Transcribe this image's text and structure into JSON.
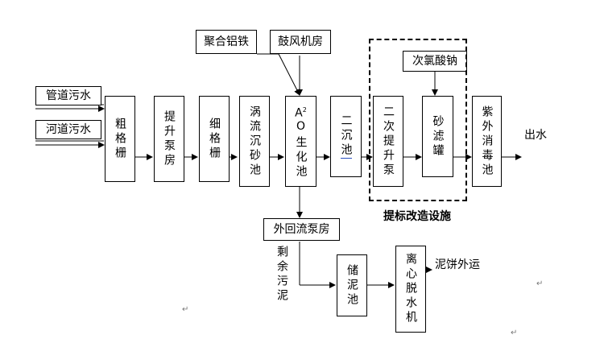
{
  "title": "",
  "inputs": {
    "pipe_sewage": "管道污水",
    "river_sewage": "河道污水"
  },
  "additives": {
    "pac": "聚合铝铁",
    "blower": "鼓风机房",
    "hypochlorite": "次氯酸钠"
  },
  "process": {
    "coarse_screen": "粗格栅",
    "lift_pump": "提升泵房",
    "fine_screen": "细格栅",
    "vortex_grit": "涡流沉砂池",
    "ao_prefix": "A",
    "ao_sup": "2",
    "ao_suffix": "O生化池",
    "secondary_clarifier": "二沉池",
    "secondary_lift": "二次提升泵",
    "sand_filter": "砂滤罐",
    "uv_disinfection": "紫外消毒池"
  },
  "outputs": {
    "effluent": "出水",
    "sludge_cake": "泥饼外运"
  },
  "sludge": {
    "return_pump": "外回流泵房",
    "excess_sludge": "剩余污泥",
    "storage": "储泥池",
    "dewatering": "离心脱水机"
  },
  "upgrade_label": "提标改造设施",
  "para_mark": "↵"
}
